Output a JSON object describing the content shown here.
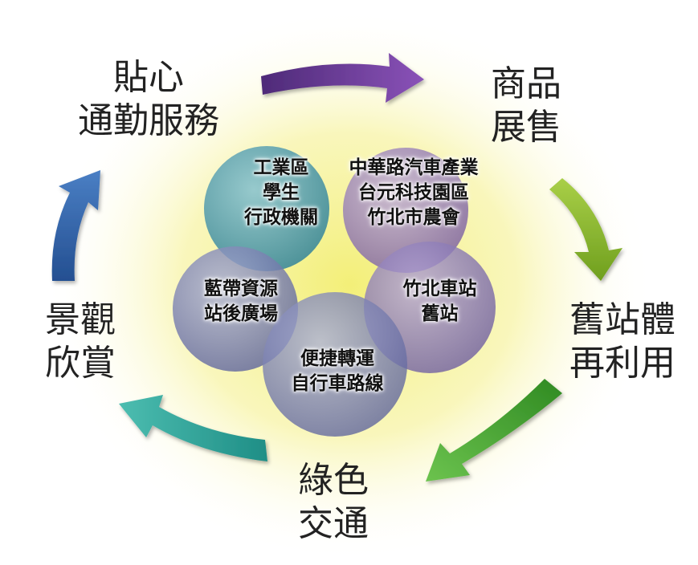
{
  "colors": {
    "glow": "#f7f28a",
    "arrow_purple": "#6e3b9a",
    "arrow_green_light": "#8fbf2f",
    "arrow_green": "#4aa52e",
    "arrow_teal": "#2fa89e",
    "arrow_blue": "#2f5fa8",
    "circle_teal": "#5fa7b4",
    "circle_purple": "#9f87b8",
    "circle_slate": "#7f86b4"
  },
  "outer": {
    "top_left": [
      "貼心",
      "通勤服務"
    ],
    "top_right": [
      "商品",
      "展售"
    ],
    "right": [
      "舊站體",
      "再利用"
    ],
    "bottom": [
      "綠色",
      "交通"
    ],
    "left": [
      "景觀",
      "欣賞"
    ]
  },
  "inner": {
    "top_left": [
      "工業區",
      "學生",
      "行政機關"
    ],
    "top_right": [
      "中華路汽車產業",
      "台元科技園區",
      "竹北市農會"
    ],
    "left": [
      "藍帶資源",
      "站後廣場"
    ],
    "right": [
      "竹北車站",
      "舊站"
    ],
    "bottom": [
      "便捷轉運",
      "自行車路線"
    ]
  }
}
